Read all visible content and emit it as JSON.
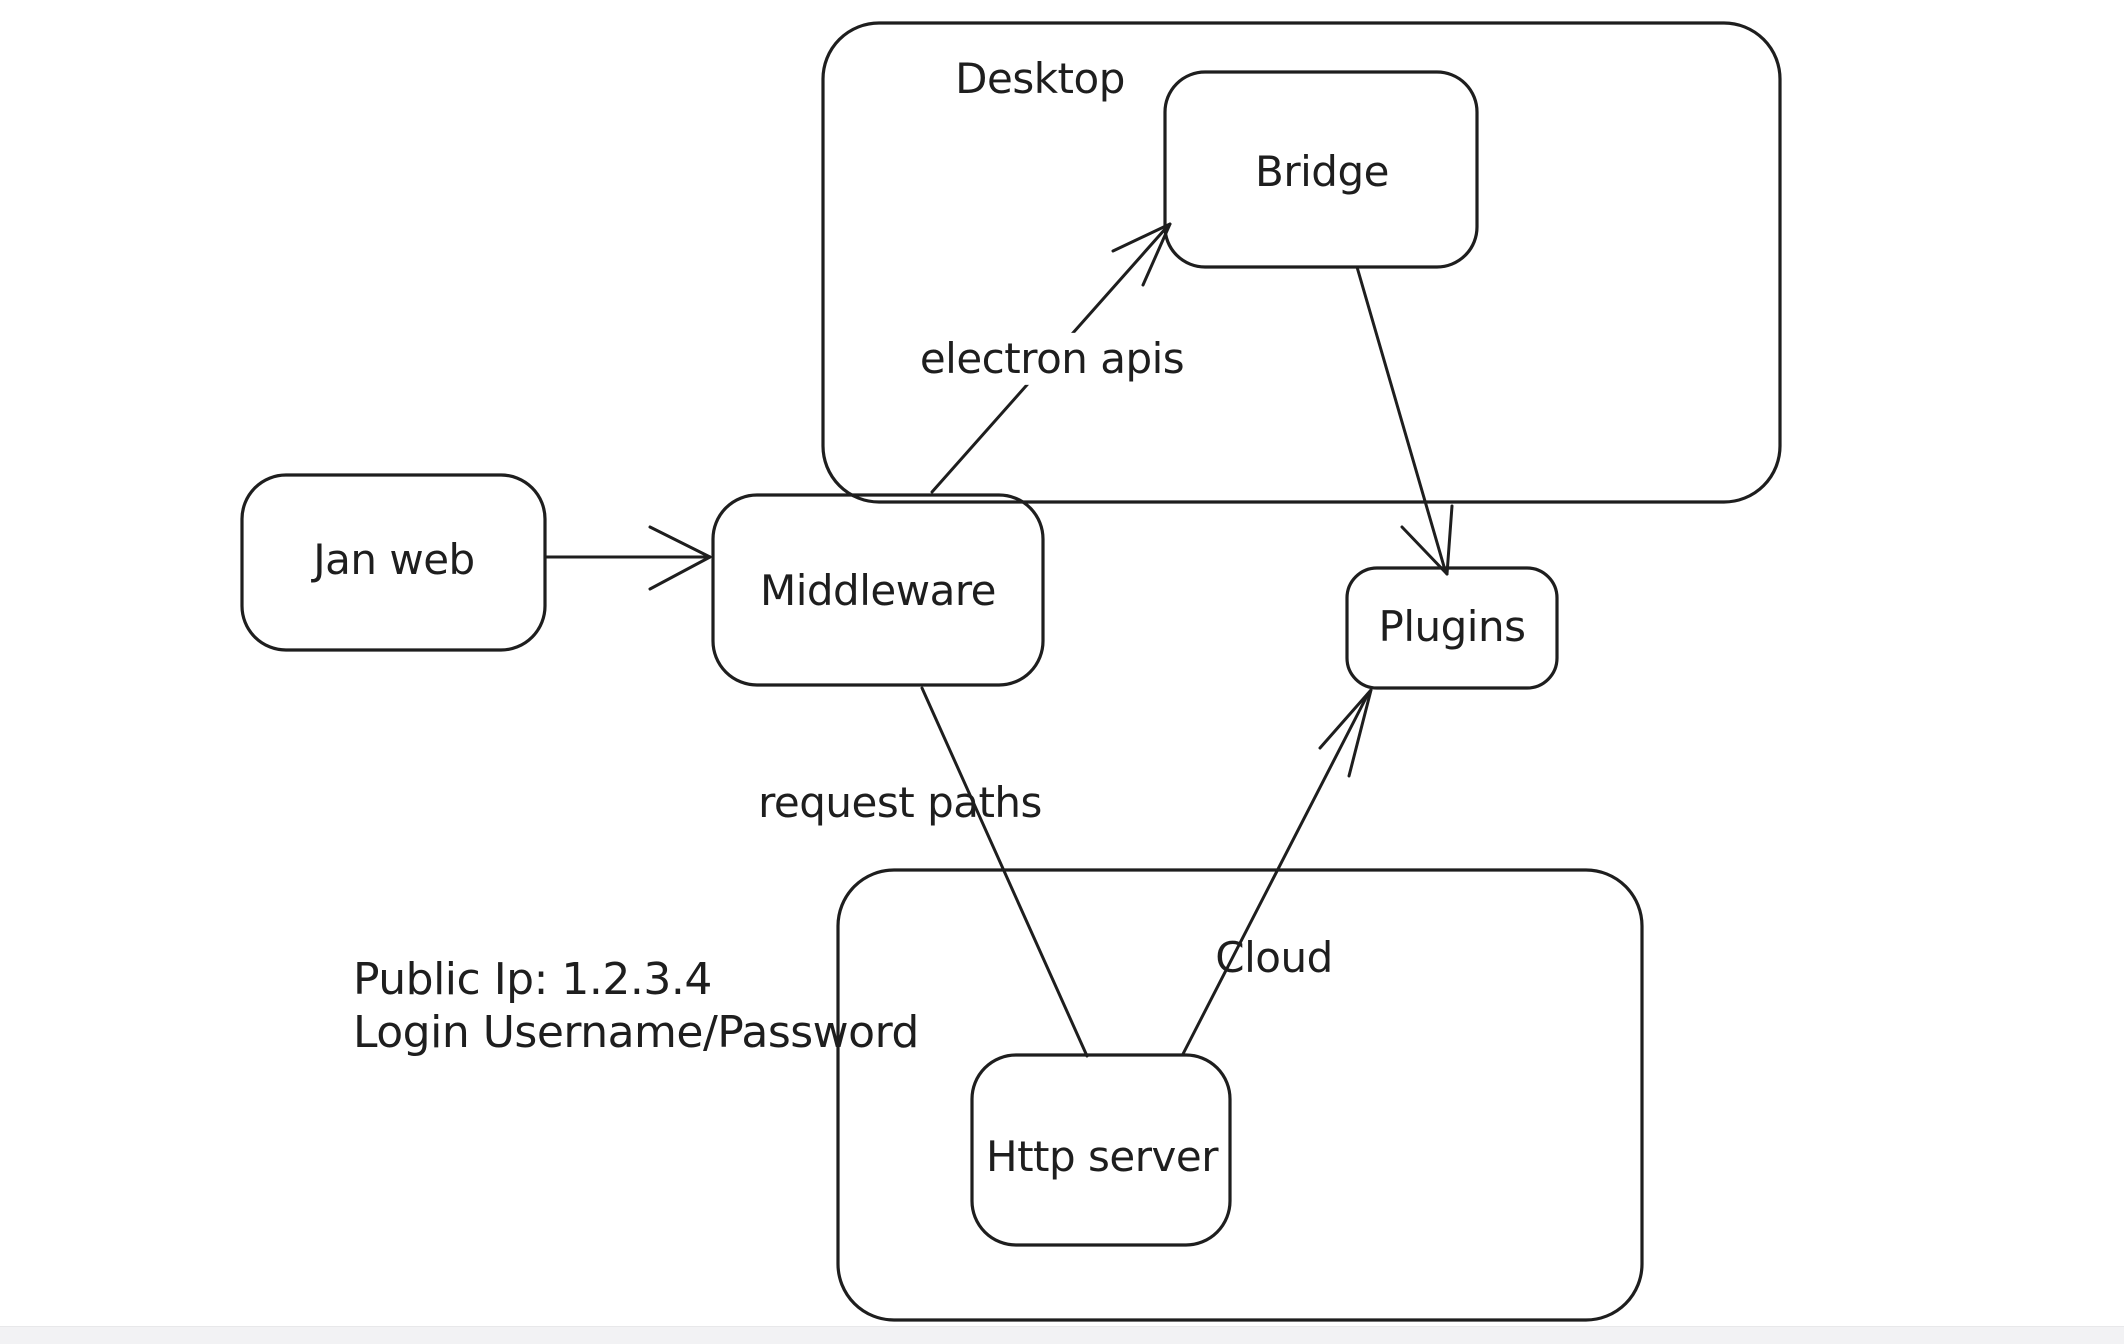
{
  "diagram": {
    "containers": {
      "desktop": {
        "label": "Desktop"
      },
      "cloud": {
        "label": "Cloud"
      }
    },
    "nodes": {
      "jan_web": {
        "label": "Jan web"
      },
      "middleware": {
        "label": "Middleware"
      },
      "bridge": {
        "label": "Bridge"
      },
      "plugins": {
        "label": "Plugins"
      },
      "http_server": {
        "label": "Http server"
      }
    },
    "edge_labels": {
      "electron_apis": "electron apis",
      "request_paths": "request paths"
    },
    "notes": {
      "public_ip": "Public Ip: 1.2.3.4",
      "login": "Login Username/Password"
    },
    "colors": {
      "stroke": "#1e1e1e",
      "background": "#ffffff",
      "footer_strip": "#f2f2f4"
    }
  }
}
